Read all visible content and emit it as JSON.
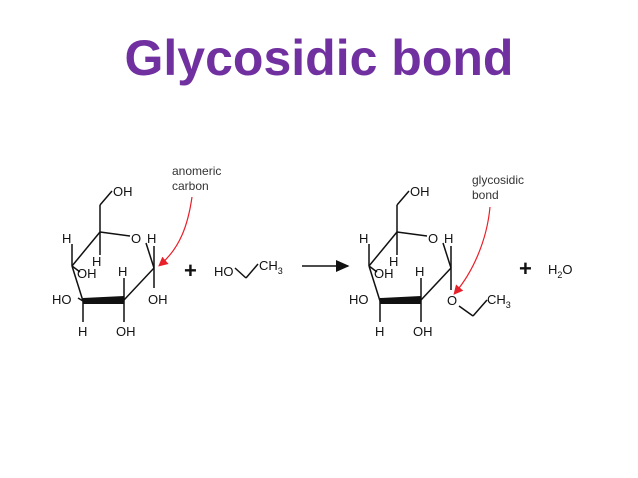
{
  "title": "Glycosidic bond",
  "colors": {
    "title": "#7030a0",
    "annotation_arrow": "#e8202a",
    "ink": "#111111"
  },
  "reactant_sugar": {
    "labels": {
      "ch2oh": "OH",
      "ring_o": "O",
      "h_top_left": "H",
      "h_top_right": "H",
      "h_mid": "H",
      "oh_mid": "OH",
      "h_c2": "H",
      "ho_left": "HO",
      "oh_right": "OH",
      "h_bottom": "H",
      "oh_bottom": "OH"
    },
    "annotation": {
      "line1": "anomeric",
      "line2": "carbon"
    }
  },
  "plus_1": "+",
  "ethanol": {
    "ho": "HO",
    "ch": "CH",
    "sub": "3"
  },
  "product_sugar": {
    "labels": {
      "ch2oh": "OH",
      "ring_o": "O",
      "h_top_left": "H",
      "h_top_right": "H",
      "h_mid": "H",
      "oh_mid": "OH",
      "h_c2": "H",
      "ho_left": "HO",
      "o_link": "O",
      "h_bottom": "H",
      "oh_bottom": "OH"
    },
    "ethyl": {
      "ch": "CH",
      "sub": "3"
    },
    "annotation": {
      "line1": "glycosidic",
      "line2": "bond"
    }
  },
  "plus_2": "+",
  "water": {
    "h": "H",
    "sub": "2",
    "o": "O"
  }
}
